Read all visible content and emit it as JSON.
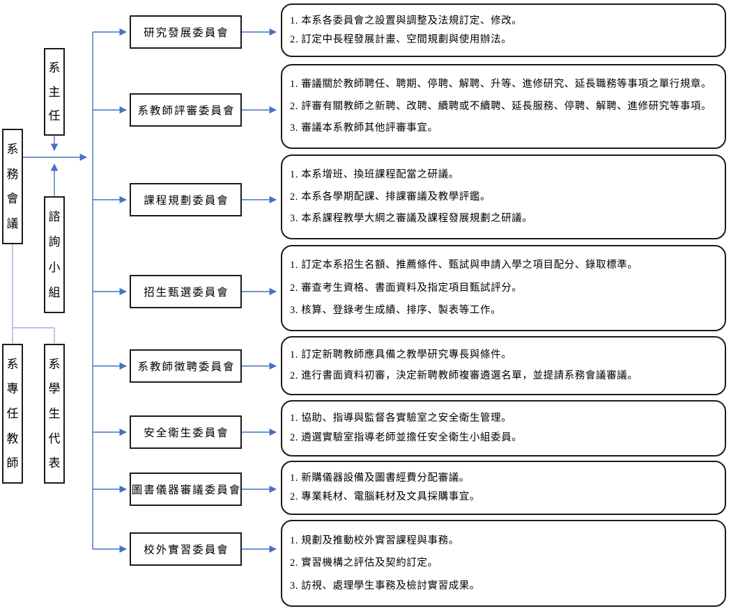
{
  "colors": {
    "connector": "#4472C4",
    "connector_light": "#9DB3D9",
    "box_border": "#1a1a1a",
    "text": "#000000",
    "background": "#ffffff"
  },
  "org_nodes": {
    "dept_meeting": "系務會議",
    "dept_chair": "系主任",
    "advisory_group": "諮詢小組",
    "fulltime_teachers": "系專任教師",
    "student_reps": "系學生代表"
  },
  "committees": [
    {
      "name": "研究發展委員會",
      "duties": [
        "1. 本系各委員會之設置與調整及法規訂定、修改。",
        "2. 訂定中長程發展計畫、空間規劃與使用辦法。"
      ]
    },
    {
      "name": "系教師評審委員會",
      "duties": [
        "1. 審議關於教師聘任、聘期、停聘、解聘、升等、進修研究、延長職務等事項之單行規章。",
        "2. 評審有關教師之新聘、改聘、續聘或不續聘、延長服務、停聘、解聘、進修研究等事項。",
        "3. 審議本系教師其他評審事宜。"
      ]
    },
    {
      "name": "課程規劃委員會",
      "duties": [
        "1. 本系增班、換班課程配當之研議。",
        "2. 本系各學期配課、排課審議及教學評鑑。",
        "3. 本系課程教學大綱之審議及課程發展規劃之研議。"
      ]
    },
    {
      "name": "招生甄選委員會",
      "duties": [
        "1. 訂定本系招生名額、推薦條件、甄試與申請入學之項目配分、錄取標準。",
        "2. 審查考生資格、書面資料及指定項目甄試評分。",
        "3. 核算、登錄考生成績、排序、製表等工作。"
      ]
    },
    {
      "name": "系教師徵聘委員會",
      "duties": [
        "1. 訂定新聘教師應具備之教學研究專長與條件。",
        "2. 進行書面資料初審，決定新聘教師複審遴選名單，並提請系務會議審議。"
      ]
    },
    {
      "name": "安全衛生委員會",
      "duties": [
        "1. 協助、指導與監督各實驗室之安全衛生管理。",
        "2. 遴選實驗室指導老師並擔任安全衛生小組委員。"
      ]
    },
    {
      "name": "圖書儀器審議委員會",
      "duties": [
        "1. 新購儀器設備及圖書經費分配審議。",
        "2. 專業耗材、電腦耗材及文具採購事宜。"
      ]
    },
    {
      "name": "校外實習委員會",
      "duties": [
        "1. 規劃及推動校外實習課程與事務。",
        "2. 實習機構之評估及契約訂定。",
        "3. 訪視、處理學生事務及檢討實習成果。"
      ]
    }
  ]
}
